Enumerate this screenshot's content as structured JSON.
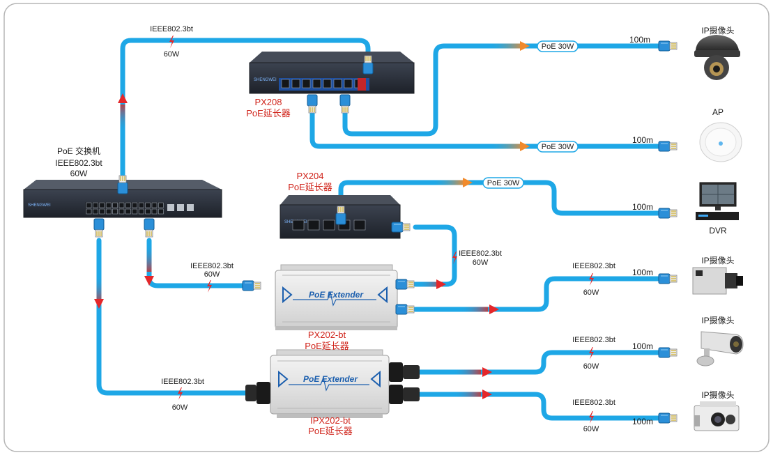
{
  "switch": {
    "line1": "PoE 交换机",
    "line2": "IEEE802.3bt",
    "line3": "60W"
  },
  "px208": {
    "model": "PX208",
    "desc": "PoE延长器"
  },
  "px204": {
    "model": "PX204",
    "desc": "PoE延长器"
  },
  "px202bt": {
    "model": "PX202-bt",
    "desc": "PoE延长器"
  },
  "ipx202bt": {
    "model": "IPX202-bt",
    "desc": "PoE延长器"
  },
  "extender_label": "PoE Extender",
  "links": {
    "top_standard": "IEEE802.3bt",
    "top_power": "60W",
    "px202_in_standard": "IEEE802.3bt",
    "px202_in_power": "60W",
    "px204_px202_standard": "IEEE802.3bt",
    "px204_px202_power": "60W",
    "ipx202_in_standard": "IEEE802.3bt",
    "ipx202_in_power": "60W",
    "cam2_standard": "IEEE802.3bt",
    "cam2_power": "60W",
    "cam3_standard": "IEEE802.3bt",
    "cam3_power": "60W",
    "cam4_standard": "IEEE802.3bt",
    "cam4_power": "60W"
  },
  "pills": {
    "dome": "PoE 30W",
    "ap": "PoE 30W",
    "dvr": "PoE 30W"
  },
  "distances": {
    "dome": "100m",
    "ap": "100m",
    "dvr": "100m",
    "cam2": "100m",
    "cam3": "100m",
    "cam4": "100m"
  },
  "endpoints": {
    "dome": "IP摄像头",
    "ap": "AP",
    "dvr": "DVR",
    "cam2": "IP摄像头",
    "cam3": "IP摄像头",
    "cam4": "IP摄像头"
  },
  "colors": {
    "cable": "#1ea7e6",
    "power_arrow": "#e4272a",
    "device_label": "#d0241b",
    "frame": "#b5b5b5"
  }
}
